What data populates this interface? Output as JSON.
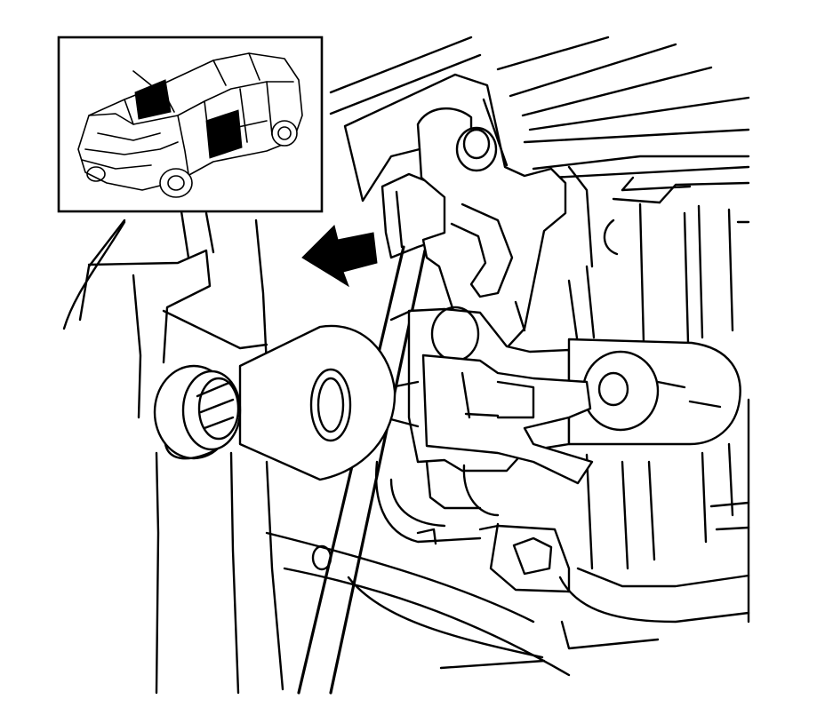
{
  "figure": {
    "background_color": "#ffffff",
    "line_color": "#000000",
    "highlight_color": "#000000"
  },
  "inset": {
    "icon": "car-location-icon",
    "highlighted_areas": [
      "front-door",
      "rear-door"
    ]
  },
  "main": {
    "arrow_icon": "direction-arrow-icon",
    "parts": [
      "door-hinge",
      "hinge-pin",
      "hinge-bolt",
      "door-check-strap",
      "door-pillar"
    ]
  }
}
